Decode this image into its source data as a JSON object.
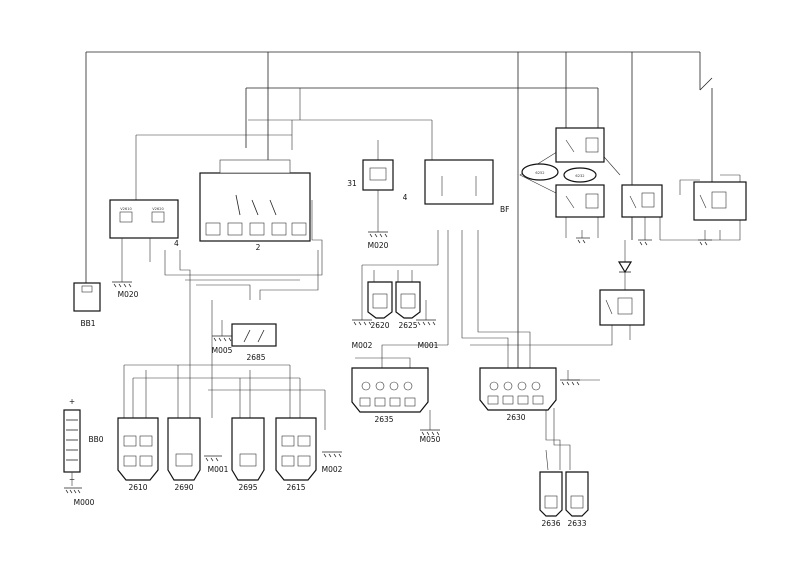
{
  "components": {
    "bb1": "BB1",
    "bb0": "BB0",
    "m000": "M000",
    "m020_a": "M020",
    "m020_b": "M020",
    "m005": "M005",
    "m002_a": "M002",
    "m002_b": "M002",
    "m001_a": "M001",
    "m001_b": "M001",
    "m050": "M050",
    "c2": "2",
    "c4_a": "4",
    "c4_b": "4",
    "c31": "31",
    "bf": "BF",
    "c2685": "2685",
    "c2620": "2620",
    "c2625": "2625",
    "c2635": "2635",
    "c2630": "2630",
    "c2610": "2610",
    "c2690": "2690",
    "c2695": "2695",
    "c2615": "2615",
    "c2636": "2636",
    "c2633": "2633",
    "c6252": "6252",
    "c6232": "6232",
    "v2610": "V2610",
    "v2620": "V2620"
  },
  "polarity": {
    "plus": "+",
    "minus": "−"
  }
}
